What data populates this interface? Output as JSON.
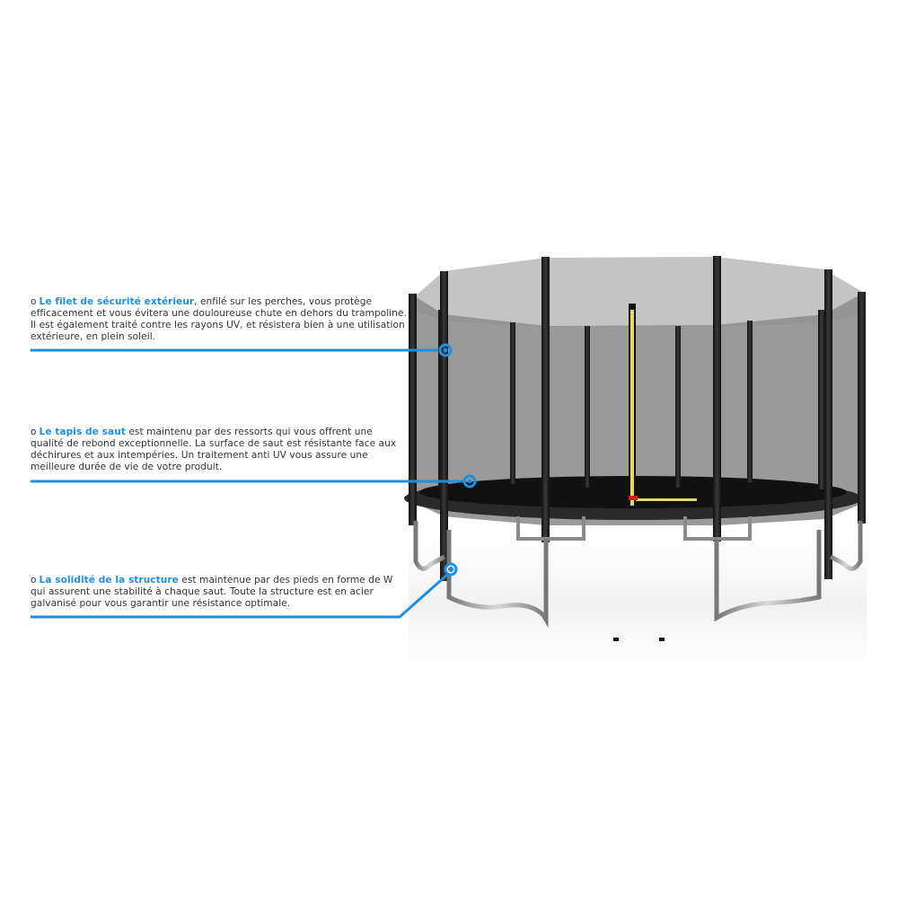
{
  "accent_color": "#1e8fe0",
  "callouts": [
    {
      "bullet": "o",
      "highlight": "Le filet de sécurité extérieur",
      "text": ", enfilé sur les perches, vous protège efficacement et vous évitera une douloureuse chute en dehors du trampoline. Il est également traité contre les rayons UV, et résistera bien à une utilisation extérieure, en plein soleil."
    },
    {
      "bullet": "o",
      "highlight": "Le tapis de saut",
      "text": " est maintenu par des ressorts qui vous offrent une qualité de rebond exceptionnelle. La surface de saut est résistante face aux déchirures et aux intempéries. Un traitement anti UV vous assure une meilleure durée de vie de votre produit."
    },
    {
      "bullet": "o",
      "highlight": "La solidité de la structure",
      "text": " est maintenue par des pieds en forme de W qui assurent une stabilité à chaque saut. Toute la structure est en acier galvanisé pour vous garantir une résistance optimale."
    }
  ],
  "product": {
    "image_subject": "trampoline-with-safety-net-and-ladder"
  }
}
